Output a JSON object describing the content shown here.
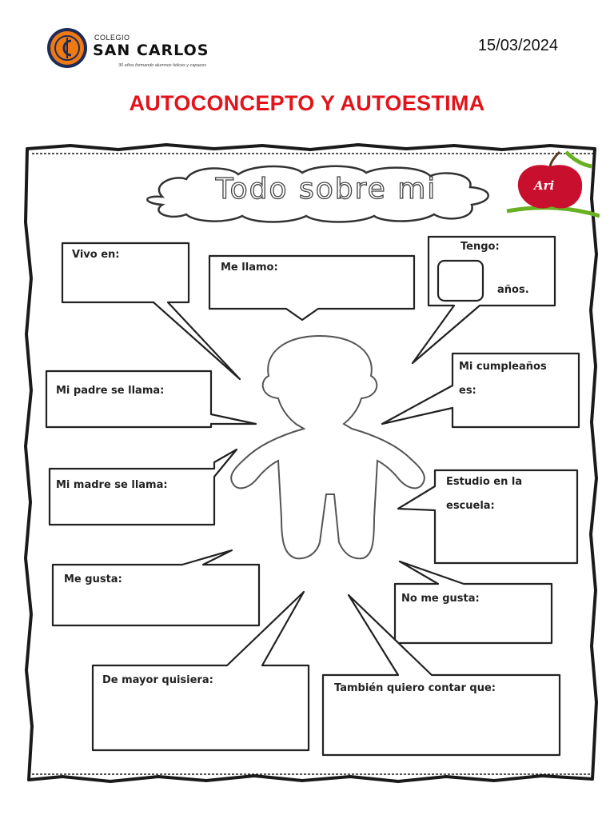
{
  "header": {
    "school_small": "COLEGIO",
    "school_name": "SAN CARLOS",
    "school_tagline": "30 años formando alumnos felices y capaces",
    "date": "15/03/2024"
  },
  "title": "AUTOCONCEPTO Y AUTOESTIMA",
  "worksheet": {
    "title": "Todo sobre mi",
    "badge": "Ari",
    "prompts": {
      "vivo_en": "Vivo en:",
      "me_llamo": "Me llamo:",
      "tengo": "Tengo:",
      "anos": "años.",
      "cumple_1": "Mi cumpleaños",
      "cumple_2": "es:",
      "padre": "Mi padre se llama:",
      "madre": "Mi madre se llama:",
      "estudio_1": "Estudio en la",
      "estudio_2": "escuela:",
      "me_gusta": "Me gusta:",
      "no_me_gusta": "No me gusta:",
      "mayor": "De mayor quisiera:",
      "tambien": "También quiero contar que:"
    }
  },
  "colors": {
    "title_red": "#e3131b",
    "logo_orange": "#f07a12",
    "apple_red": "#c8102e",
    "leaf_green": "#6ab023"
  }
}
